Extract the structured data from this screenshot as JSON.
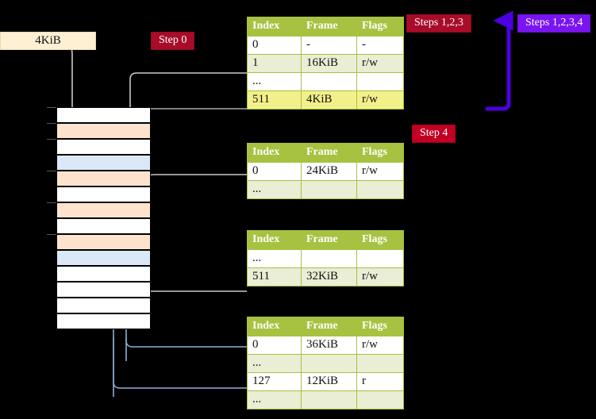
{
  "size_box": {
    "label": "4KiB"
  },
  "badges": [
    {
      "id": "step0",
      "label": "Step 0"
    },
    {
      "id": "steps123",
      "label": "Steps 1,2,3"
    },
    {
      "id": "steps1234",
      "label": "Steps 1,2,3,4"
    },
    {
      "id": "step4",
      "label": "Step 4"
    }
  ],
  "memory": {
    "rows": [
      {
        "fill": "white"
      },
      {
        "fill": "peach"
      },
      {
        "fill": "white"
      },
      {
        "fill": "blue"
      },
      {
        "fill": "peach"
      },
      {
        "fill": "white"
      },
      {
        "fill": "peach"
      },
      {
        "fill": "white"
      },
      {
        "fill": "peach"
      },
      {
        "fill": "blue"
      },
      {
        "fill": "white"
      },
      {
        "fill": "white"
      },
      {
        "fill": "white"
      },
      {
        "fill": "white"
      }
    ]
  },
  "tables": [
    {
      "id": "tbl0",
      "headers": [
        "Index",
        "Frame",
        "Flags"
      ],
      "rows": [
        {
          "style": "plain",
          "cells": [
            "0",
            "-",
            "-"
          ]
        },
        {
          "style": "alt",
          "cells": [
            "1",
            "16KiB",
            "r/w"
          ]
        },
        {
          "style": "plain",
          "cells": [
            "...",
            "",
            ""
          ]
        },
        {
          "style": "hl",
          "cells": [
            "511",
            "4KiB",
            "r/w"
          ]
        }
      ]
    },
    {
      "id": "tbl1",
      "headers": [
        "Index",
        "Frame",
        "Flags"
      ],
      "rows": [
        {
          "style": "plain",
          "cells": [
            "0",
            "24KiB",
            "r/w"
          ]
        },
        {
          "style": "alt",
          "cells": [
            "...",
            "",
            ""
          ]
        }
      ]
    },
    {
      "id": "tbl2",
      "headers": [
        "Index",
        "Frame",
        "Flags"
      ],
      "rows": [
        {
          "style": "plain",
          "cells": [
            "...",
            "",
            ""
          ]
        },
        {
          "style": "alt",
          "cells": [
            "511",
            "32KiB",
            "r/w"
          ]
        }
      ]
    },
    {
      "id": "tbl3",
      "headers": [
        "Index",
        "Frame",
        "Flags"
      ],
      "rows": [
        {
          "style": "plain",
          "cells": [
            "0",
            "36KiB",
            "r/w"
          ]
        },
        {
          "style": "alt",
          "cells": [
            "...",
            "",
            ""
          ]
        },
        {
          "style": "plain",
          "cells": [
            "127",
            "12KiB",
            "r"
          ]
        },
        {
          "style": "alt",
          "cells": [
            "...",
            "",
            ""
          ]
        }
      ]
    }
  ],
  "colors": {
    "table_header": "#a6c240",
    "table_alt_row": "#e9eed4",
    "table_highlight_row": "#f2f08a",
    "memory_peach": "#fde3cd",
    "memory_blue": "#dbe8f7",
    "size_box": "#fdf0d5",
    "badge_dark_red": "#a80c28",
    "badge_crimson": "#c10024",
    "badge_purple": "#7a14f0",
    "arrow_grey": "#c9c9c9",
    "arrow_blue": "#5b7fb0",
    "arrow_purple": "#4a00e0"
  }
}
